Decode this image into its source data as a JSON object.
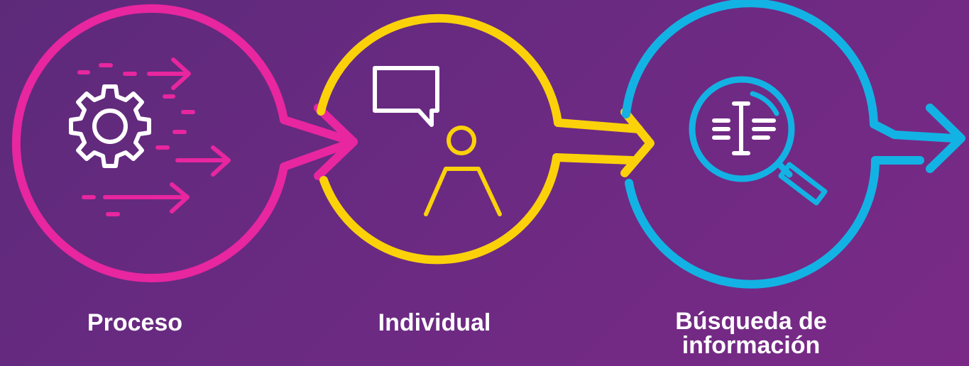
{
  "steps": [
    {
      "label": "Proceso",
      "icon": "gear-icon",
      "color": "#e7269f"
    },
    {
      "label": "Individual",
      "icon": "person-chat-icon",
      "color": "#fbd10a"
    },
    {
      "label": "Búsqueda de información",
      "icon": "search-document-icon",
      "color": "#13b2e4"
    }
  ]
}
